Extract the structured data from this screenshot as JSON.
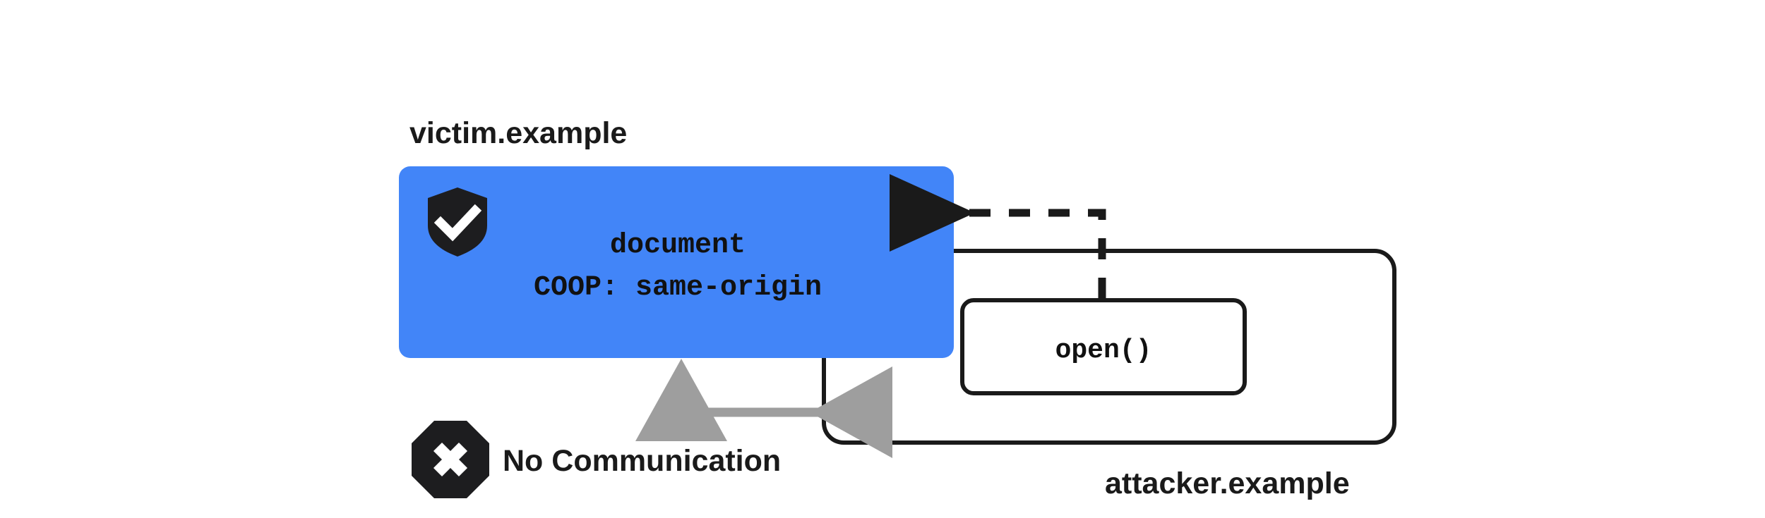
{
  "diagram": {
    "title_context": "Cross-Origin-Opener-Policy isolation diagram",
    "colors": {
      "blue_document": "#4285F8",
      "stroke_dark": "#1a1a1a",
      "gray_arrow": "#9e9e9e",
      "background": "#ffffff",
      "icon_dark": "#1d1d1f",
      "icon_glyph": "#ffffff"
    },
    "victim": {
      "label": "victim.example",
      "document_title": "document",
      "header_line": "COOP: same-origin",
      "shield_icon_name": "shield-check-icon"
    },
    "attacker": {
      "label": "attacker.example",
      "call_box_label": "open()"
    },
    "relations": {
      "no_communication_label": "No Communication",
      "no_communication_icon_name": "octagon-x-icon",
      "open_arrow_style": "dashed",
      "no_comm_arrow_style": "solid-gray-double-headed"
    }
  }
}
